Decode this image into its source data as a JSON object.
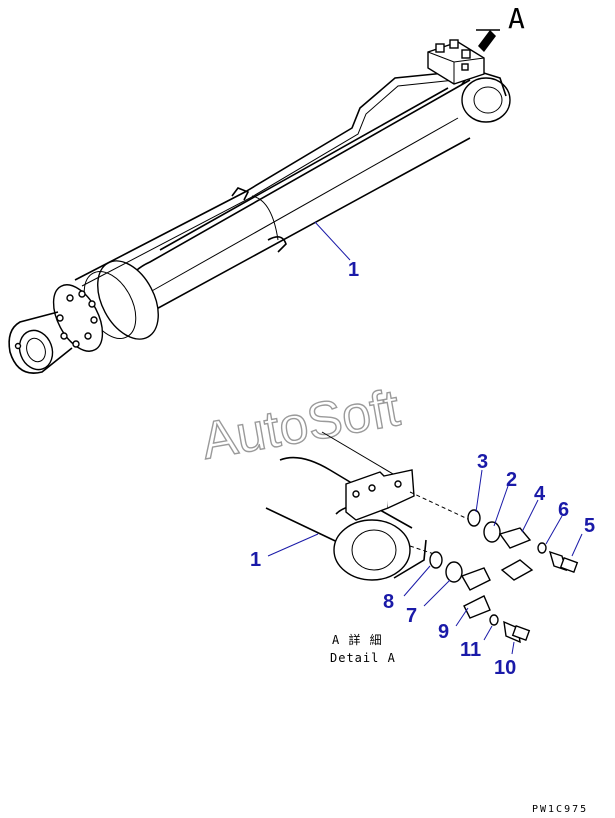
{
  "view_label": "A",
  "watermark": "AutoSoft",
  "detail_caption_jp": "A 詳 細",
  "detail_caption_en": "Detail A",
  "drawing_code": "PW1C975",
  "callouts": {
    "main_cylinder": "1",
    "detail_cylinder": "1",
    "p2": "2",
    "p3": "3",
    "p4": "4",
    "p5": "5",
    "p6": "6",
    "p7": "7",
    "p8": "8",
    "p9": "9",
    "p10": "10",
    "p11": "11"
  },
  "colors": {
    "callout": "#1a1aa8",
    "line": "#000000",
    "watermark_outline": "#9a9a9a"
  }
}
